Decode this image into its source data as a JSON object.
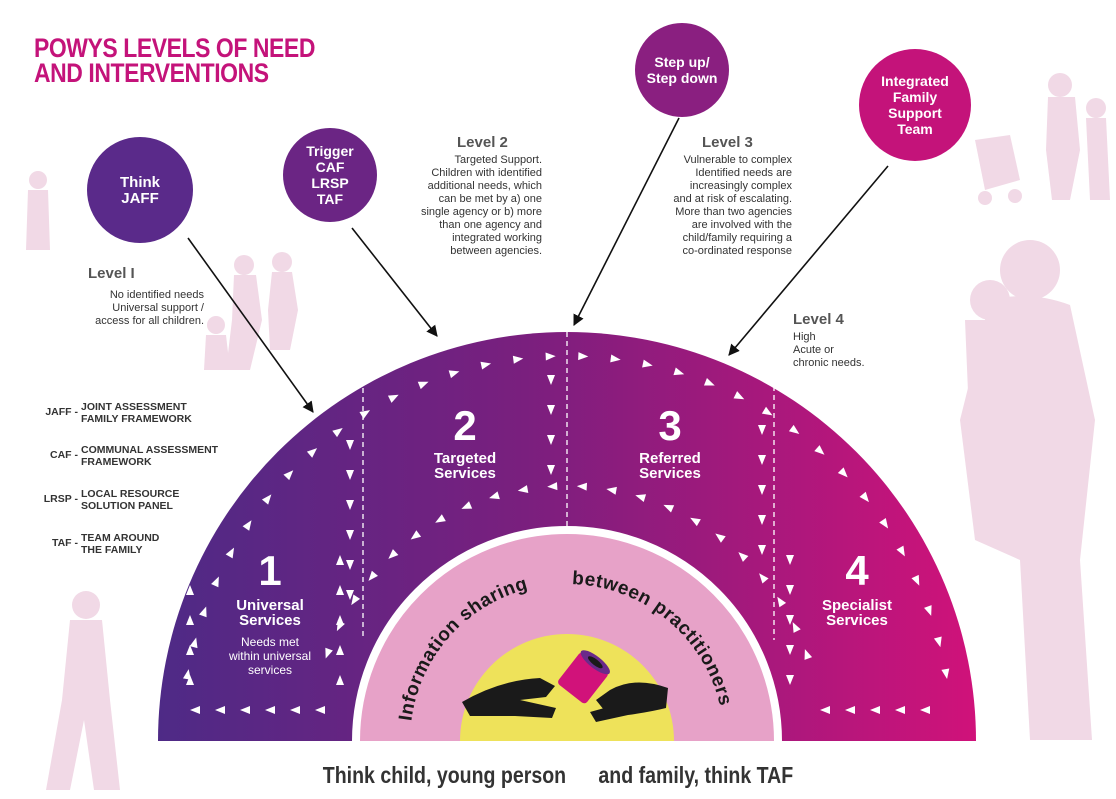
{
  "title": {
    "line1": "POWYS LEVELS OF NEED",
    "line2": "AND INTERVENTIONS"
  },
  "bubbles": [
    {
      "lines": [
        "Think",
        "JAFF"
      ]
    },
    {
      "lines": [
        "Trigger",
        "CAF",
        "LRSP",
        "TAF"
      ]
    },
    {
      "lines": [
        "Step up/",
        "Step down"
      ]
    },
    {
      "lines": [
        "Integrated",
        "Family",
        "Support",
        "Team"
      ]
    }
  ],
  "levels": [
    {
      "head": "Level I",
      "desc": [
        "No identified needs",
        "Universal support /",
        "access  for all children."
      ]
    },
    {
      "head": "Level 2",
      "desc": [
        "Targeted Support.",
        "Children with identified",
        "additional needs, which",
        "can be met by a) one",
        "single agency or b) more",
        "than one agency and",
        "integrated working",
        "between agencies."
      ]
    },
    {
      "head": "Level 3",
      "desc": [
        "Vulnerable to complex",
        "Identified needs are",
        "increasingly complex",
        "and at risk of escalating.",
        "More than two agencies",
        "are involved with the",
        "child/family requiring a",
        "co-ordinated response"
      ]
    },
    {
      "head": "Level 4",
      "desc": [
        "High",
        "Acute or",
        "chronic needs."
      ]
    }
  ],
  "abbreviations": [
    {
      "key": "JAFF -",
      "lines": [
        "JOINT ASSESSMENT",
        "FAMILY FRAMEWORK"
      ]
    },
    {
      "key": "CAF -",
      "lines": [
        "COMMUNAL ASSESSMENT",
        "FRAMEWORK"
      ]
    },
    {
      "key": "LRSP -",
      "lines": [
        "LOCAL RESOURCE",
        "SOLUTION PANEL"
      ]
    },
    {
      "key": "TAF -",
      "lines": [
        "TEAM AROUND",
        "THE FAMILY"
      ]
    }
  ],
  "segments": [
    {
      "number": "1",
      "label": [
        "Universal",
        "Services"
      ],
      "sub": [
        "Needs met",
        "within universal",
        "services"
      ]
    },
    {
      "number": "2",
      "label": [
        "Targeted",
        "Services"
      ],
      "sub": []
    },
    {
      "number": "3",
      "label": [
        "Referred",
        "Services"
      ],
      "sub": []
    },
    {
      "number": "4",
      "label": [
        "Specialist",
        "Services"
      ],
      "sub": []
    }
  ],
  "inner_arc_text": {
    "left": "Information sharing",
    "right": "between practitioners"
  },
  "footer": {
    "part1": "Think child, young person",
    "part2": "and family, think TAF"
  },
  "colors": {
    "purple": "#5a2a8a",
    "magenta": "#c4137a",
    "pink_ring": "#e7a2c8",
    "yellow": "#eee25a",
    "silhouette": "#f1d9e6"
  }
}
